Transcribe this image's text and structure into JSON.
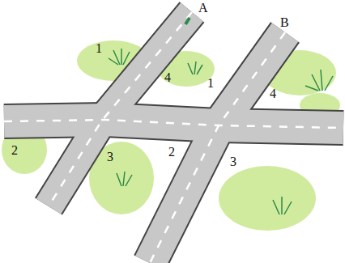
{
  "diagram": {
    "labels": [
      "A",
      "B",
      "1",
      "4",
      "1",
      "4",
      "2",
      "3",
      "2",
      "3"
    ]
  }
}
